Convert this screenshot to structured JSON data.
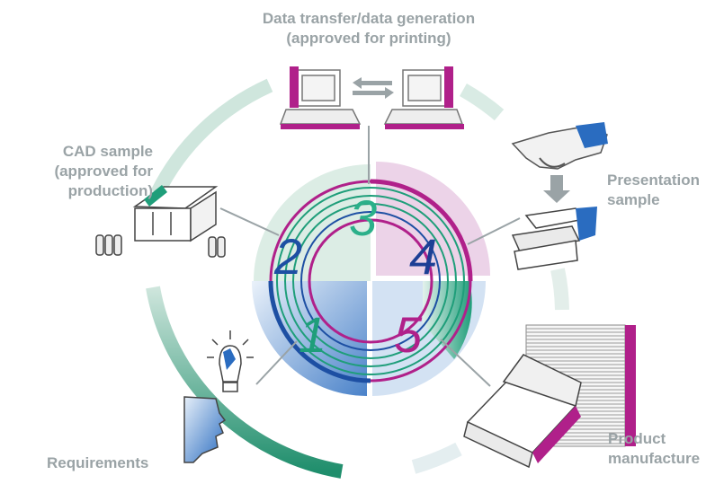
{
  "labels": {
    "data_transfer_line1": "Data transfer/data generation",
    "data_transfer_line2": "(approved for printing)",
    "cad_line1": "CAD sample",
    "cad_line2": "(approved for",
    "cad_line3": "production)",
    "presentation_line1": "Presentation",
    "presentation_line2": "sample",
    "requirements": "Requirements",
    "product_line1": "Product",
    "product_line2": "manufacture"
  },
  "steps": [
    {
      "number": "1",
      "color": "#1f9e7a"
    },
    {
      "number": "2",
      "color": "#1d4fa3"
    },
    {
      "number": "3",
      "color": "#2bb08a"
    },
    {
      "number": "4",
      "color": "#1d3f95"
    },
    {
      "number": "5",
      "color": "#b0208a"
    }
  ],
  "colors": {
    "label_gray": "#9aa3a6",
    "teal": "#1f9e7a",
    "magenta": "#b0208a",
    "blue": "#2a6cc0",
    "light_blue": "#a9c7e8",
    "light_green": "#d8ece3",
    "light_pink": "#e9c8e3"
  },
  "icons": [
    "computer-icon",
    "handshake-icon",
    "box-icon",
    "bottles-icon",
    "lightbulb-icon",
    "face-icon",
    "stack-icon"
  ]
}
